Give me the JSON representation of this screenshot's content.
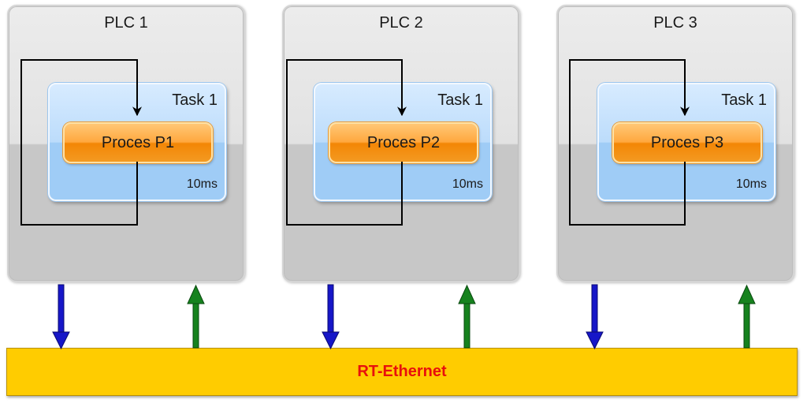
{
  "plcs": [
    {
      "title": "PLC 1",
      "task": {
        "title": "Task 1",
        "period": "10ms",
        "process": "Proces P1"
      }
    },
    {
      "title": "PLC 2",
      "task": {
        "title": "Task 1",
        "period": "10ms",
        "process": "Proces P2"
      }
    },
    {
      "title": "PLC 3",
      "task": {
        "title": "Task 1",
        "period": "10ms",
        "process": "Proces P3"
      }
    }
  ],
  "bus": {
    "label": "RT-Ethernet"
  },
  "colors": {
    "bus_fill": "#ffcc00",
    "bus_label": "#e8100c",
    "arrow_down": "#1616c8",
    "arrow_up": "#16821e",
    "process_fill": "#f38605",
    "task_fill": "#bcdcfb"
  }
}
